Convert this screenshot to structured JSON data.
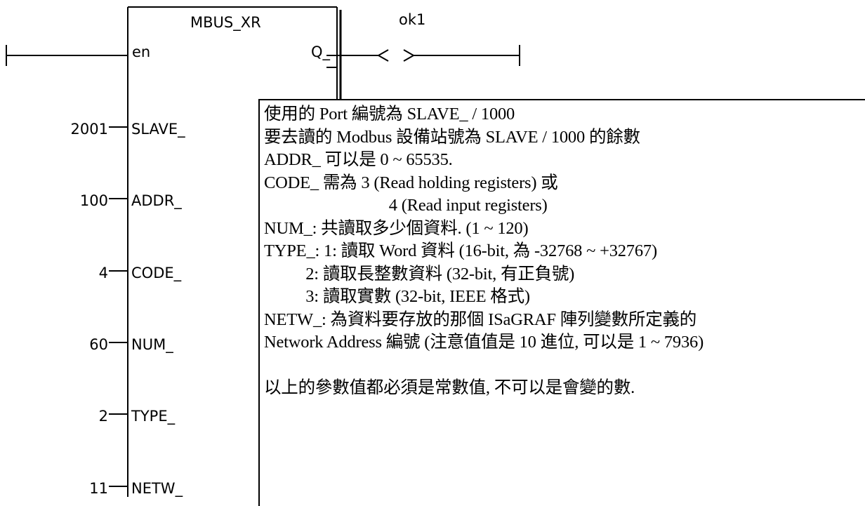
{
  "block": {
    "name": "MBUS_XR",
    "output_pin": "Q_",
    "enable_pin": "en",
    "coil_label": "ok1",
    "coil_symbol": "< >",
    "inputs": [
      {
        "value": "2001",
        "pin": "SLAVE_"
      },
      {
        "value": "100",
        "pin": "ADDR_"
      },
      {
        "value": "4",
        "pin": "CODE_"
      },
      {
        "value": "60",
        "pin": "NUM_"
      },
      {
        "value": "2",
        "pin": "TYPE_"
      },
      {
        "value": "11",
        "pin": "NETW_"
      }
    ]
  },
  "note": {
    "lines": [
      "使用的 Port 編號為 SLAVE_ / 1000",
      "要去讀的 Modbus 設備站號為 SLAVE / 1000 的餘數",
      "ADDR_ 可以是 0 ~ 65535.",
      "CODE_ 需為 3 (Read holding registers) 或",
      "                              4 (Read input registers)",
      "NUM_: 共讀取多少個資料. (1 ~ 120)",
      "TYPE_: 1: 讀取 Word 資料 (16-bit, 為 -32768 ~ +32767)",
      "          2: 讀取長整數資料 (32-bit, 有正負號)",
      "          3: 讀取實數 (32-bit, IEEE 格式)",
      "NETW_: 為資料要存放的那個 ISaGRAF 陣列變數所定義的",
      "Network Address 編號 (注意值值是 10 進位, 可以是 1 ~ 7936)",
      "",
      "以上的參數值都必須是常數值, 不可以是會變的數."
    ]
  }
}
